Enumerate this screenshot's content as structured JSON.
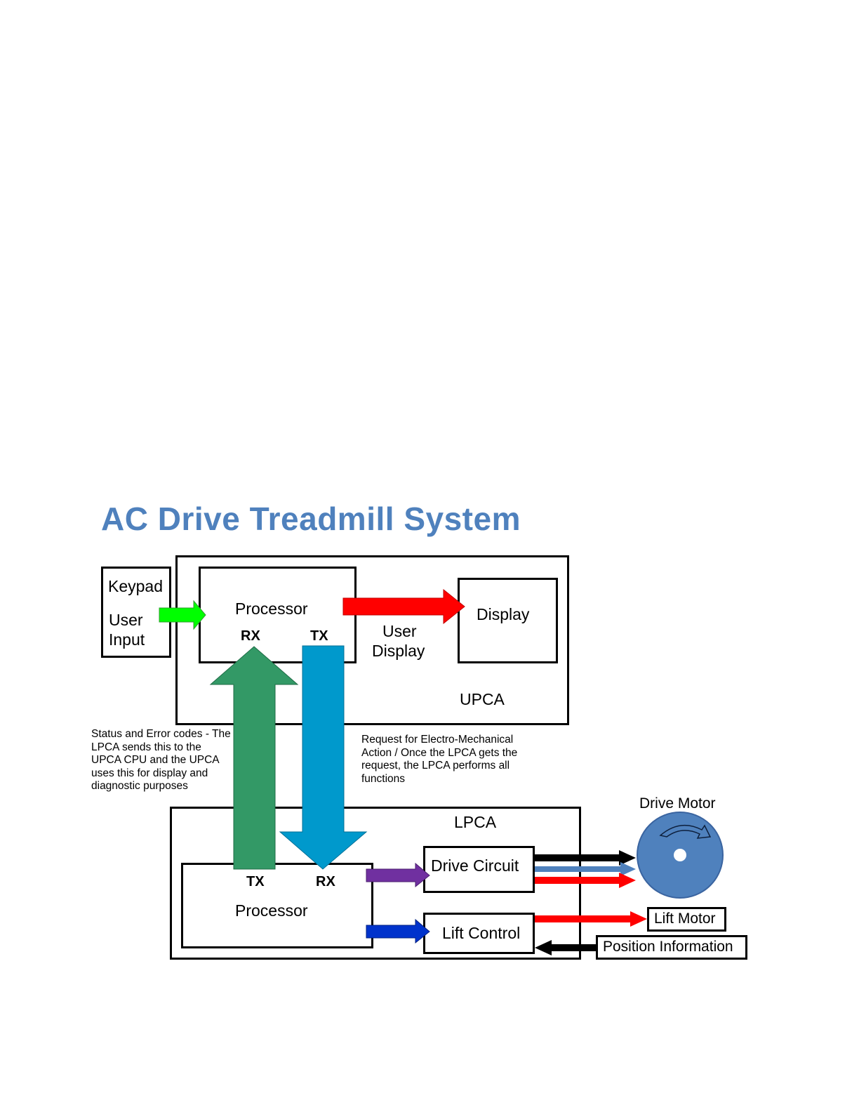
{
  "title": "AC Drive Treadmill System",
  "keypad": {
    "label": "Keypad",
    "input_line1": "User",
    "input_line2": "Input"
  },
  "upca": {
    "label": "UPCA",
    "processor": {
      "label": "Processor",
      "rx": "RX",
      "tx": "TX"
    },
    "display": {
      "label": "Display"
    },
    "user_display_line1": "User",
    "user_display_line2": "Display"
  },
  "status_note": "Status and Error codes - The LPCA sends this to the UPCA CPU and the UPCA uses this for display and diagnostic purposes",
  "request_note": "Request for Electro-Mechanical Action / Once the LPCA gets the request, the LPCA performs all functions",
  "lpca": {
    "label": "LPCA",
    "processor": {
      "label": "Processor",
      "tx": "TX",
      "rx": "RX"
    },
    "drive_circuit": "Drive Circuit",
    "lift_control": "Lift Control"
  },
  "drive_motor": {
    "label": "Drive Motor"
  },
  "lift_motor": "Lift Motor",
  "position_information": "Position Information",
  "colors": {
    "title": "#4f81bd",
    "user_input_arrow": "#00ff00",
    "user_display_arrow": "#ff0000",
    "status_arrow": "#339966",
    "request_arrow": "#0099cc",
    "drive_circuit_arrow": "#7030a0",
    "lift_control_arrow": "#0033cc",
    "motor_fill": "#4f81bd"
  }
}
